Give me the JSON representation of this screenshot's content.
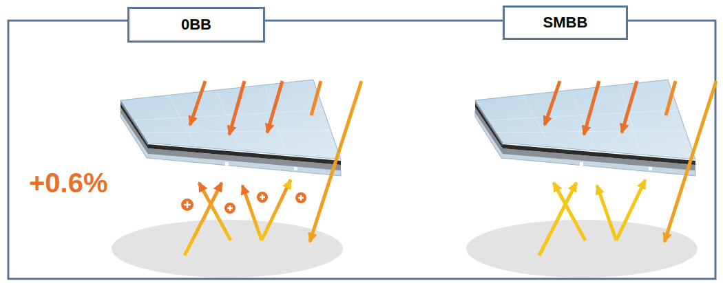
{
  "diagram": {
    "nodes": [
      {
        "text": [
          "0BB"
        ]
      },
      {
        "text": [
          "SMBB"
        ]
      }
    ],
    "labels": [
      "+0.6%"
    ]
  }
}
